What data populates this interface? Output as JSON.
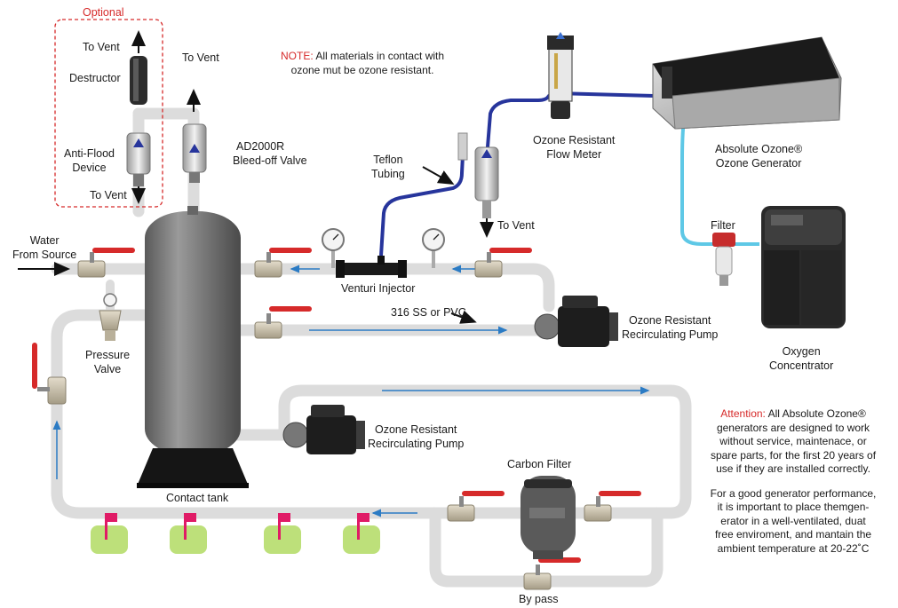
{
  "labels": {
    "optional": "Optional",
    "to_vent_top": "To Vent",
    "destructor": "Destructor",
    "anti_flood_line1": "Anti-Flood",
    "anti_flood_line2": "Device",
    "to_vent_bottom": "To Vent",
    "to_vent_right": "To Vent",
    "bleed_line1": "AD2000R",
    "bleed_line2": "Bleed-off Valve",
    "note_prefix": "NOTE:",
    "note_line1": "All materials in contact with",
    "note_line2": "ozone mut be ozone resistant.",
    "teflon_line1": "Teflon",
    "teflon_line2": "Tubing",
    "flow_meter_line1": "Ozone Resistant",
    "flow_meter_line2": "Flow Meter",
    "generator_line1": "Absolute Ozone®",
    "generator_line2": "Ozone Generator",
    "to_vent_injector": "To Vent",
    "filter": "Filter",
    "water_line1": "Water",
    "water_line2": "From Source",
    "venturi": "Venturi Injector",
    "pipe_material": "316 SS or PVC",
    "pump1_line1": "Ozone Resistant",
    "pump1_line2": "Recirculating Pump",
    "oxygen_line1": "Oxygen",
    "oxygen_line2": "Concentrator",
    "pressure_line1": "Pressure",
    "pressure_line2": "Valve",
    "pump2_line1": "Ozone Resistant",
    "pump2_line2": "Recirculating Pump",
    "carbon_filter": "Carbon Filter",
    "contact_tank": "Contact tank",
    "bypass": "By pass"
  },
  "attention": {
    "prefix": "Attention:",
    "line1": "All Absolute Ozone®",
    "line2": "generators are designed to work",
    "line3": "without service, maintenace, or",
    "line4": "spare parts, for the first 20 years of",
    "line5": "use if they  are installed correctly.",
    "line6": "For a good generator performance,",
    "line7": "it is important  to place themgen-",
    "line8": "erator in a well-ventilated, duat",
    "line9": "free enviroment, and mantain the",
    "line10": "ambient temperature at 20-22˚C"
  },
  "colors": {
    "accent_red": "#d62a2a",
    "pipe": "#dcdcdc",
    "tubing_blue": "#27359c",
    "tubing_cyan": "#5ec8e6",
    "flow_arrow": "#2b7bc4",
    "tank": "#6f6f6f"
  }
}
